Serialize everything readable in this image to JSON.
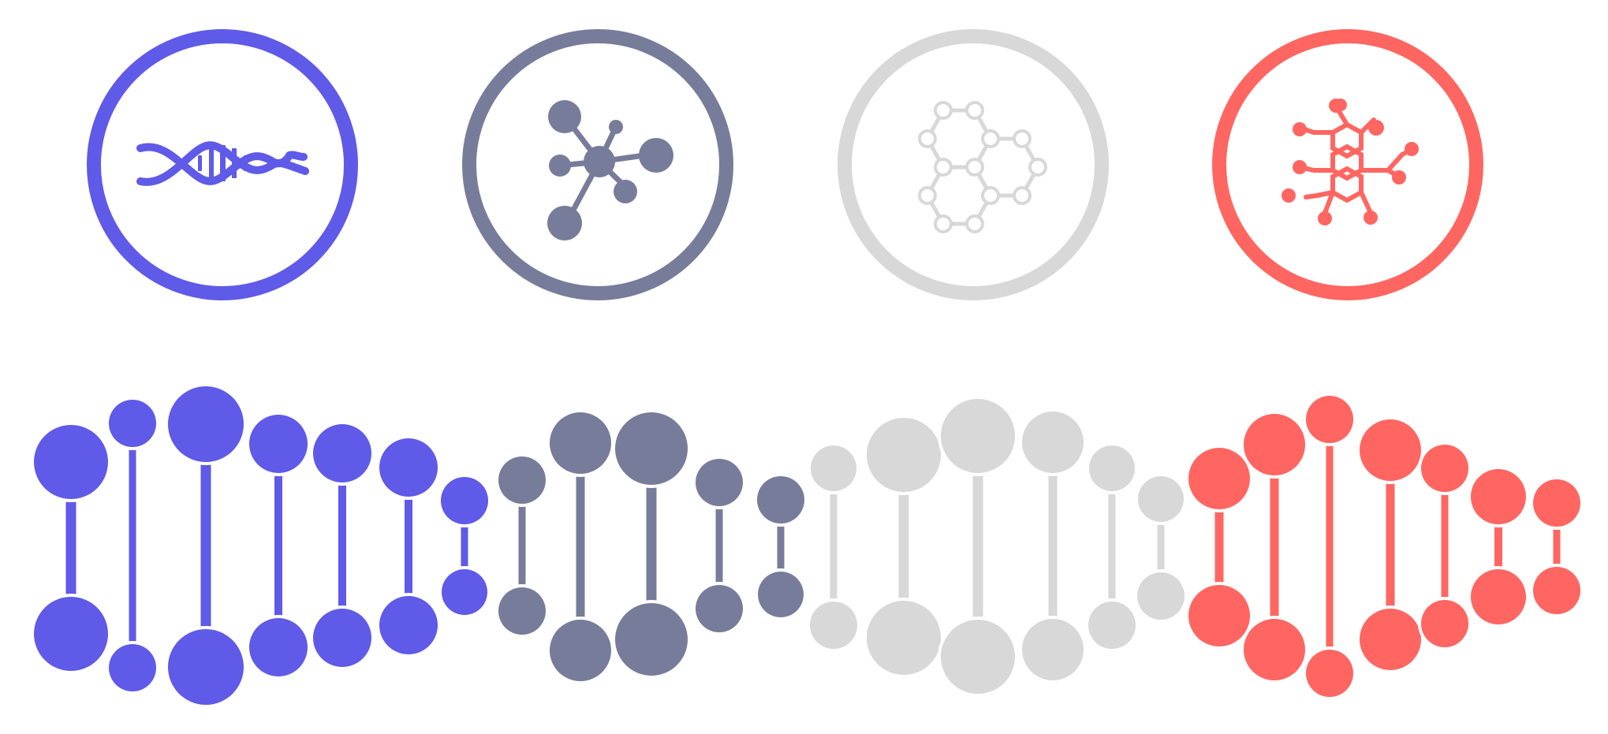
{
  "colors": {
    "blue": "#5f5ae8",
    "slate": "#787c9b",
    "light_gray": "#d8d8d8",
    "coral": "#ff6661"
  },
  "icons": [
    {
      "name": "dna-helix-icon",
      "color": "blue"
    },
    {
      "name": "molecule-icon",
      "color": "slate"
    },
    {
      "name": "hexagon-lattice-icon",
      "color": "light_gray"
    },
    {
      "name": "chemical-structure-icon",
      "color": "coral"
    }
  ],
  "dna_strand": {
    "groups": [
      {
        "color": "blue",
        "rung_count": 7
      },
      {
        "color": "slate",
        "rung_count": 5
      },
      {
        "color": "light_gray",
        "rung_count": 6
      },
      {
        "color": "coral",
        "rung_count": 7
      }
    ]
  }
}
